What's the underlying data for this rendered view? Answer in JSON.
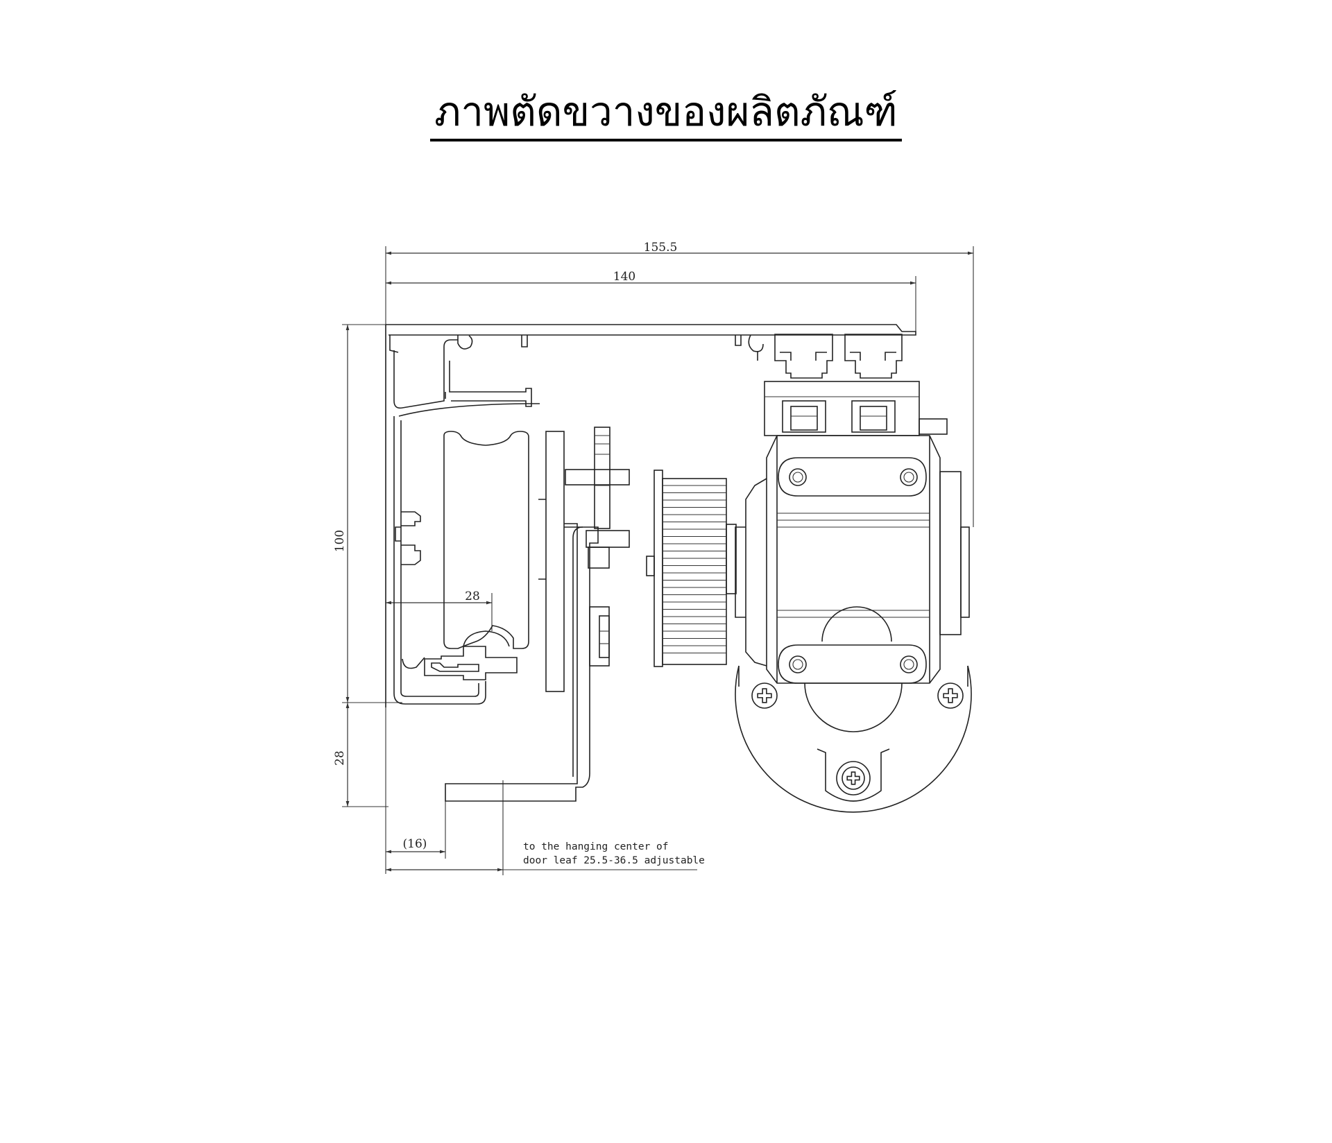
{
  "title": "ภาพตัดขวางของผลิตภัณฑ์",
  "dimensions": {
    "overall_width": "155.5",
    "profile_width": "140",
    "height_main": "100",
    "height_lower": "28",
    "inner_width": "28",
    "offset": "(16)"
  },
  "note": {
    "line1": "to the hanging center of",
    "line2": "door leaf 25.5-36.5 adjustable"
  }
}
